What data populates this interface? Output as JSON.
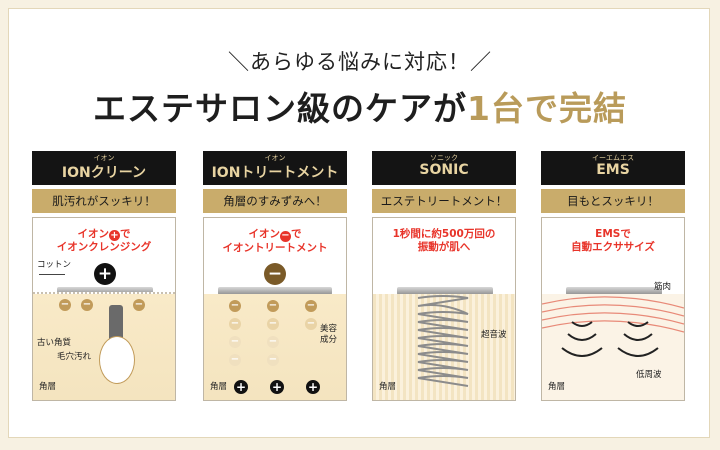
{
  "heading": {
    "subtitle": "＼あらゆる悩みに対応！／",
    "title_main": "エステサロン級のケアが",
    "title_accent": "1台で完結"
  },
  "colors": {
    "accent_gold": "#b99b5a",
    "header_dark": "#141414",
    "caption_red": "#e8342a",
    "tag_gold": "#c9ac6b"
  },
  "cards": [
    {
      "ruby": "イオン",
      "name": "IONクリーン",
      "tag": "肌汚れがスッキリ！",
      "caption_line1_pre": "イオン",
      "caption_line1_icon": "plus-icon",
      "caption_line1_post": "で",
      "caption_line2": "イオンクレンジング",
      "labels": {
        "cotton": "コットン",
        "old_keratin": "古い角質",
        "pore_dirt": "毛穴汚れ",
        "layer": "角層"
      }
    },
    {
      "ruby": "イオン",
      "name": "IONトリートメント",
      "tag": "角層のすみずみへ！",
      "caption_line1_pre": "イオン",
      "caption_line1_icon": "minus-icon",
      "caption_line1_post": "で",
      "caption_line2": "イオントリートメント",
      "labels": {
        "beauty_line1": "美容",
        "beauty_line2": "成分",
        "layer": "角層"
      }
    },
    {
      "ruby": "ソニック",
      "name": "SONIC",
      "tag": "エステトリートメント！",
      "caption_line1": "1秒間に約500万回の",
      "caption_line2": "振動が肌へ",
      "labels": {
        "ultrasonic": "超音波",
        "layer": "角層"
      }
    },
    {
      "ruby": "イーエムエス",
      "name": "EMS",
      "tag": "目もとスッキリ！",
      "caption_line1": "EMSで",
      "caption_line2": "自動エクササイズ",
      "labels": {
        "muscle": "筋肉",
        "low_freq": "低周波",
        "layer": "角層"
      }
    }
  ]
}
